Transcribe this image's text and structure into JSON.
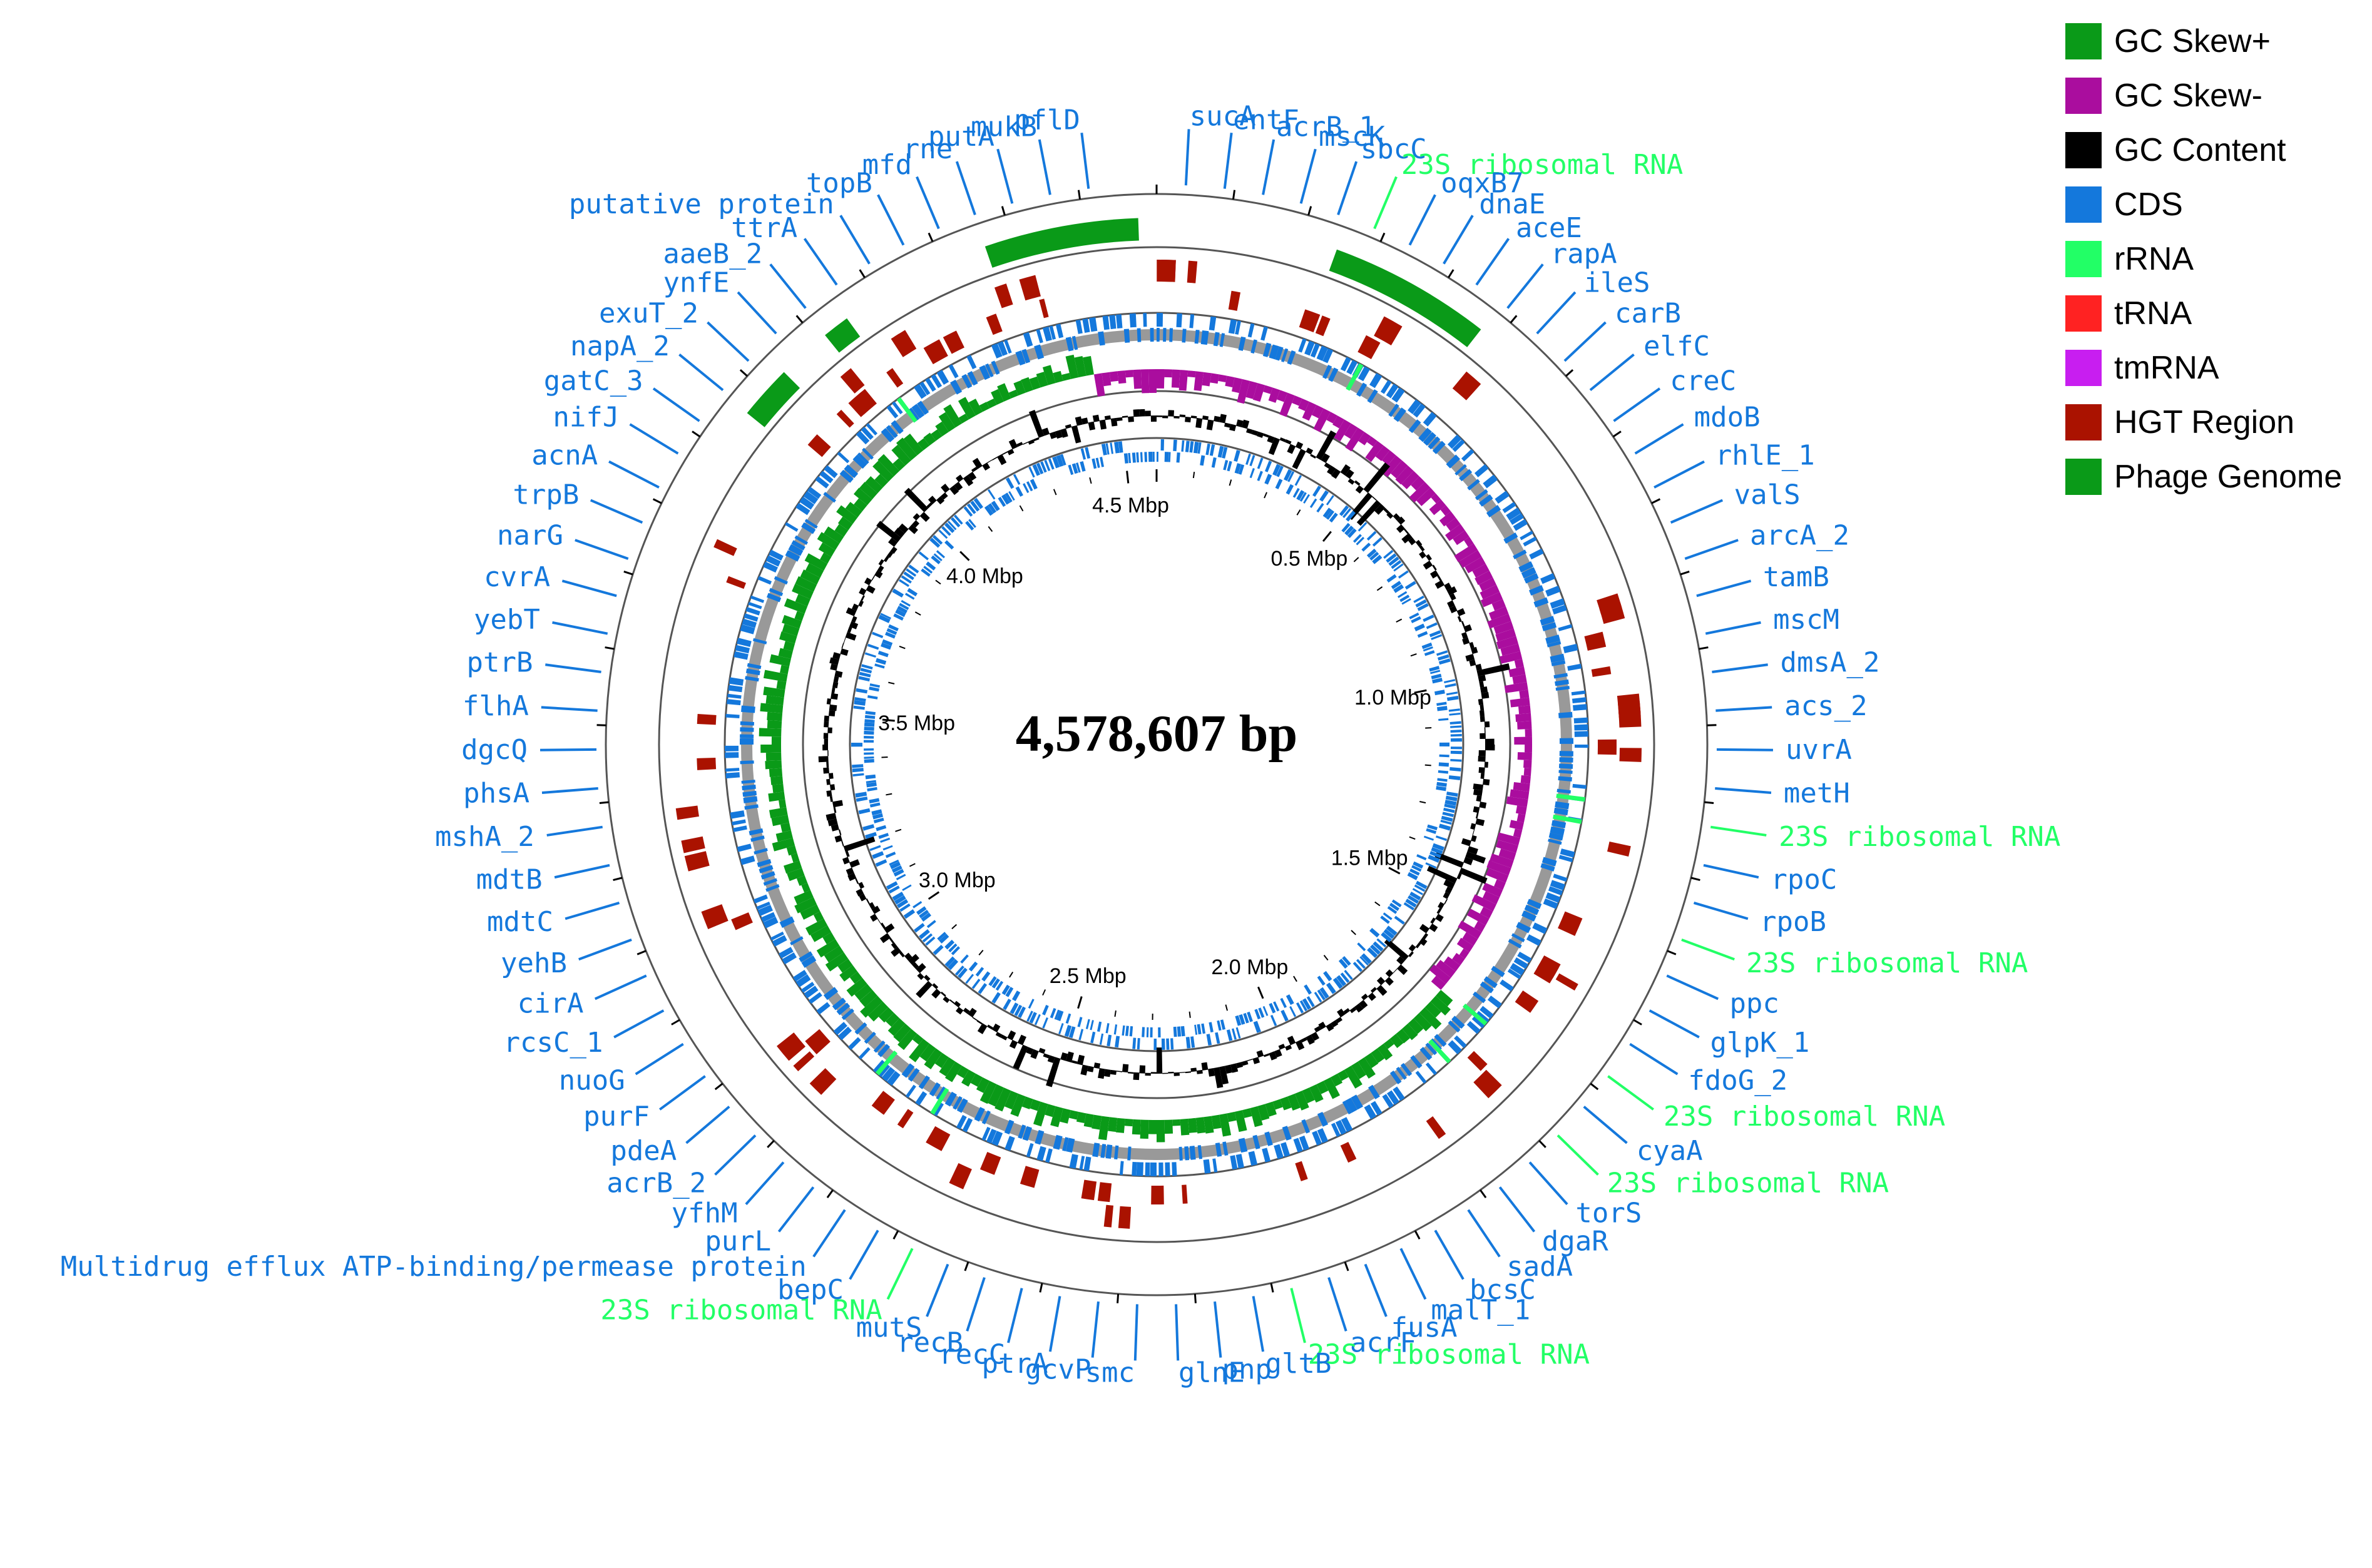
{
  "genome": {
    "length_bp": 4578607,
    "length_label": "4,578,607 bp",
    "ticks": [
      {
        "label": "0.5 Mbp",
        "mbp": 0.5
      },
      {
        "label": "1.0 Mbp",
        "mbp": 1.0
      },
      {
        "label": "1.5 Mbp",
        "mbp": 1.5
      },
      {
        "label": "2.0 Mbp",
        "mbp": 2.0
      },
      {
        "label": "2.5 Mbp",
        "mbp": 2.5
      },
      {
        "label": "3.0 Mbp",
        "mbp": 3.0
      },
      {
        "label": "3.5 Mbp",
        "mbp": 3.5
      },
      {
        "label": "4.0 Mbp",
        "mbp": 4.0
      },
      {
        "label": "4.5 Mbp",
        "mbp": 4.5
      }
    ]
  },
  "legend": [
    {
      "label": "GC Skew+",
      "color": "#0a9a18"
    },
    {
      "label": "GC Skew-",
      "color": "#aa0d9e"
    },
    {
      "label": "GC Content",
      "color": "#000000"
    },
    {
      "label": "CDS",
      "color": "#1478dc"
    },
    {
      "label": "rRNA",
      "color": "#22ff66"
    },
    {
      "label": "tRNA",
      "color": "#ff2222"
    },
    {
      "label": "tmRNA",
      "color": "#c81ef0"
    },
    {
      "label": "HGT Region",
      "color": "#aa1200"
    },
    {
      "label": "Phage Genome",
      "color": "#0a9a18"
    }
  ],
  "colors": {
    "cds": "#1478dc",
    "rrna": "#22ff66",
    "hgt": "#aa1200",
    "phage": "#0a9a18",
    "skew_pos": "#0a9a18",
    "skew_neg": "#aa0d9e",
    "gc": "#000000",
    "backbone": "#999999",
    "gene_label": "#1478dc",
    "rrna_label": "#22ff66"
  },
  "gene_labels": [
    {
      "text": "sucA",
      "type": "cds"
    },
    {
      "text": "entF",
      "type": "cds"
    },
    {
      "text": "acrB_1",
      "type": "cds"
    },
    {
      "text": "mscK",
      "type": "cds"
    },
    {
      "text": "sbcC",
      "type": "cds"
    },
    {
      "text": "23S ribosomal RNA",
      "type": "rrna"
    },
    {
      "text": "oqxB7",
      "type": "cds"
    },
    {
      "text": "dnaE",
      "type": "cds"
    },
    {
      "text": "aceE",
      "type": "cds"
    },
    {
      "text": "rapA",
      "type": "cds"
    },
    {
      "text": "ileS",
      "type": "cds"
    },
    {
      "text": "carB",
      "type": "cds"
    },
    {
      "text": "elfC",
      "type": "cds"
    },
    {
      "text": "creC",
      "type": "cds"
    },
    {
      "text": "mdoB",
      "type": "cds"
    },
    {
      "text": "rhlE_1",
      "type": "cds"
    },
    {
      "text": "valS",
      "type": "cds"
    },
    {
      "text": "arcA_2",
      "type": "cds"
    },
    {
      "text": "tamB",
      "type": "cds"
    },
    {
      "text": "mscM",
      "type": "cds"
    },
    {
      "text": "dmsA_2",
      "type": "cds"
    },
    {
      "text": "acs_2",
      "type": "cds"
    },
    {
      "text": "uvrA",
      "type": "cds"
    },
    {
      "text": "metH",
      "type": "cds"
    },
    {
      "text": "23S ribosomal RNA",
      "type": "rrna"
    },
    {
      "text": "rpoC",
      "type": "cds"
    },
    {
      "text": "rpoB",
      "type": "cds"
    },
    {
      "text": "23S ribosomal RNA",
      "type": "rrna"
    },
    {
      "text": "ppc",
      "type": "cds"
    },
    {
      "text": "glpK_1",
      "type": "cds"
    },
    {
      "text": "fdoG_2",
      "type": "cds"
    },
    {
      "text": "23S ribosomal RNA",
      "type": "rrna"
    },
    {
      "text": "cyaA",
      "type": "cds"
    },
    {
      "text": "23S ribosomal RNA",
      "type": "rrna"
    },
    {
      "text": "torS",
      "type": "cds"
    },
    {
      "text": "dgaR",
      "type": "cds"
    },
    {
      "text": "sadA",
      "type": "cds"
    },
    {
      "text": "bcsC",
      "type": "cds"
    },
    {
      "text": "malT_1",
      "type": "cds"
    },
    {
      "text": "fusA",
      "type": "cds"
    },
    {
      "text": "acrF",
      "type": "cds"
    },
    {
      "text": "23S ribosomal RNA",
      "type": "rrna"
    },
    {
      "text": "gltB",
      "type": "cds"
    },
    {
      "text": "pnp",
      "type": "cds"
    },
    {
      "text": "glnE",
      "type": "cds"
    },
    {
      "text": "smc",
      "type": "cds"
    },
    {
      "text": "gcvP",
      "type": "cds"
    },
    {
      "text": "ptrA",
      "type": "cds"
    },
    {
      "text": "recC",
      "type": "cds"
    },
    {
      "text": "recB",
      "type": "cds"
    },
    {
      "text": "mutS",
      "type": "cds"
    },
    {
      "text": "23S ribosomal RNA",
      "type": "rrna"
    },
    {
      "text": "bepC",
      "type": "cds"
    },
    {
      "text": "Multidrug efflux ATP-binding/permease protein",
      "type": "cds"
    },
    {
      "text": "purL",
      "type": "cds"
    },
    {
      "text": "yfhM",
      "type": "cds"
    },
    {
      "text": "acrB_2",
      "type": "cds"
    },
    {
      "text": "pdeA",
      "type": "cds"
    },
    {
      "text": "purF",
      "type": "cds"
    },
    {
      "text": "nuoG",
      "type": "cds"
    },
    {
      "text": "rcsC_1",
      "type": "cds"
    },
    {
      "text": "cirA",
      "type": "cds"
    },
    {
      "text": "yehB",
      "type": "cds"
    },
    {
      "text": "mdtC",
      "type": "cds"
    },
    {
      "text": "mdtB",
      "type": "cds"
    },
    {
      "text": "mshA_2",
      "type": "cds"
    },
    {
      "text": "phsA",
      "type": "cds"
    },
    {
      "text": "dgcQ",
      "type": "cds"
    },
    {
      "text": "flhA",
      "type": "cds"
    },
    {
      "text": "ptrB",
      "type": "cds"
    },
    {
      "text": "yebT",
      "type": "cds"
    },
    {
      "text": "cvrA",
      "type": "cds"
    },
    {
      "text": "narG",
      "type": "cds"
    },
    {
      "text": "trpB",
      "type": "cds"
    },
    {
      "text": "acnA",
      "type": "cds"
    },
    {
      "text": "nifJ",
      "type": "cds"
    },
    {
      "text": "gatC_3",
      "type": "cds"
    },
    {
      "text": "napA_2",
      "type": "cds"
    },
    {
      "text": "exuT_2",
      "type": "cds"
    },
    {
      "text": "ynfE",
      "type": "cds"
    },
    {
      "text": "aaeB_2",
      "type": "cds"
    },
    {
      "text": "ttrA",
      "type": "cds"
    },
    {
      "text": "putative protein",
      "type": "cds"
    },
    {
      "text": "topB",
      "type": "cds"
    },
    {
      "text": "mfd",
      "type": "cds"
    },
    {
      "text": "rne",
      "type": "cds"
    },
    {
      "text": "putA",
      "type": "cds"
    },
    {
      "text": "mukB",
      "type": "cds"
    },
    {
      "text": "pflD",
      "type": "cds"
    }
  ]
}
